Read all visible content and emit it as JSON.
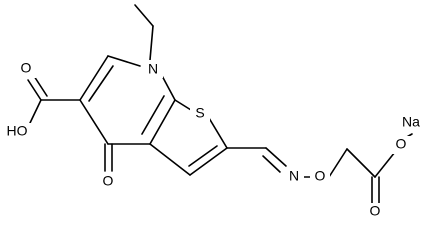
{
  "structure": {
    "atoms": {
      "n_ring": "N",
      "s_ring": "S",
      "ketone_o": "O",
      "oxime_n": "N",
      "ether_o": "O",
      "carboxylate_o": "O",
      "sodium": "Na",
      "ester_carbonyl_o": "O",
      "hydroxyl": "HO",
      "acid_carbonyl_o": "O"
    }
  }
}
